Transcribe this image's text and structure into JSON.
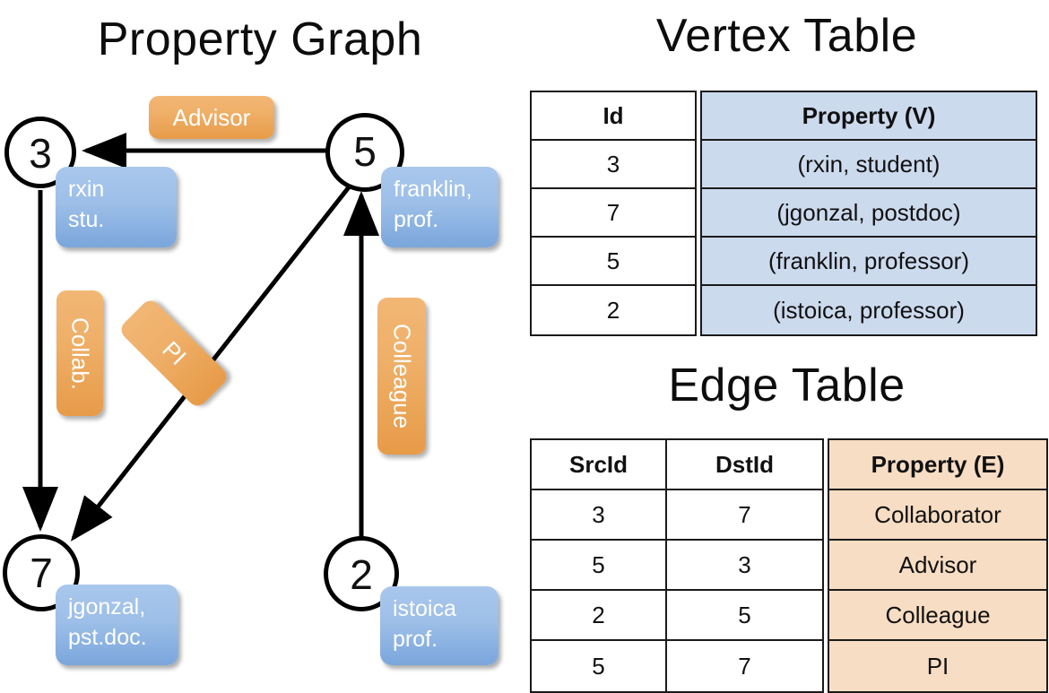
{
  "titles": {
    "property_graph": "Property Graph",
    "vertex_table": "Vertex Table",
    "edge_table": "Edge Table"
  },
  "graph": {
    "nodes": [
      {
        "id": "3",
        "property": "rxin\nstu."
      },
      {
        "id": "5",
        "property": "franklin,\nprof."
      },
      {
        "id": "7",
        "property": "jgonzal,\npst.doc."
      },
      {
        "id": "2",
        "property": "istoica\nprof."
      }
    ],
    "edge_labels": {
      "advisor": "Advisor",
      "collab": "Collab.",
      "pi": "PI",
      "colleague": "Colleague"
    }
  },
  "vertex_table": {
    "headers": [
      "Id",
      "Property (V)"
    ],
    "rows": [
      {
        "id": "3",
        "property": "(rxin, student)"
      },
      {
        "id": "7",
        "property": "(jgonzal, postdoc)"
      },
      {
        "id": "5",
        "property": "(franklin, professor)"
      },
      {
        "id": "2",
        "property": "(istoica, professor)"
      }
    ]
  },
  "edge_table": {
    "headers": [
      "SrcId",
      "DstId",
      "Property (E)"
    ],
    "rows": [
      {
        "src": "3",
        "dst": "7",
        "property": "Collaborator"
      },
      {
        "src": "5",
        "dst": "3",
        "property": "Advisor"
      },
      {
        "src": "2",
        "dst": "5",
        "property": "Colleague"
      },
      {
        "src": "5",
        "dst": "7",
        "property": "PI"
      }
    ]
  },
  "colors": {
    "vertex_header_fill": "#ccdaee",
    "edge_header_fill": "#f7ddc3",
    "node_property_box": "#9dbfe8",
    "edge_label_box": "#eeae66"
  }
}
